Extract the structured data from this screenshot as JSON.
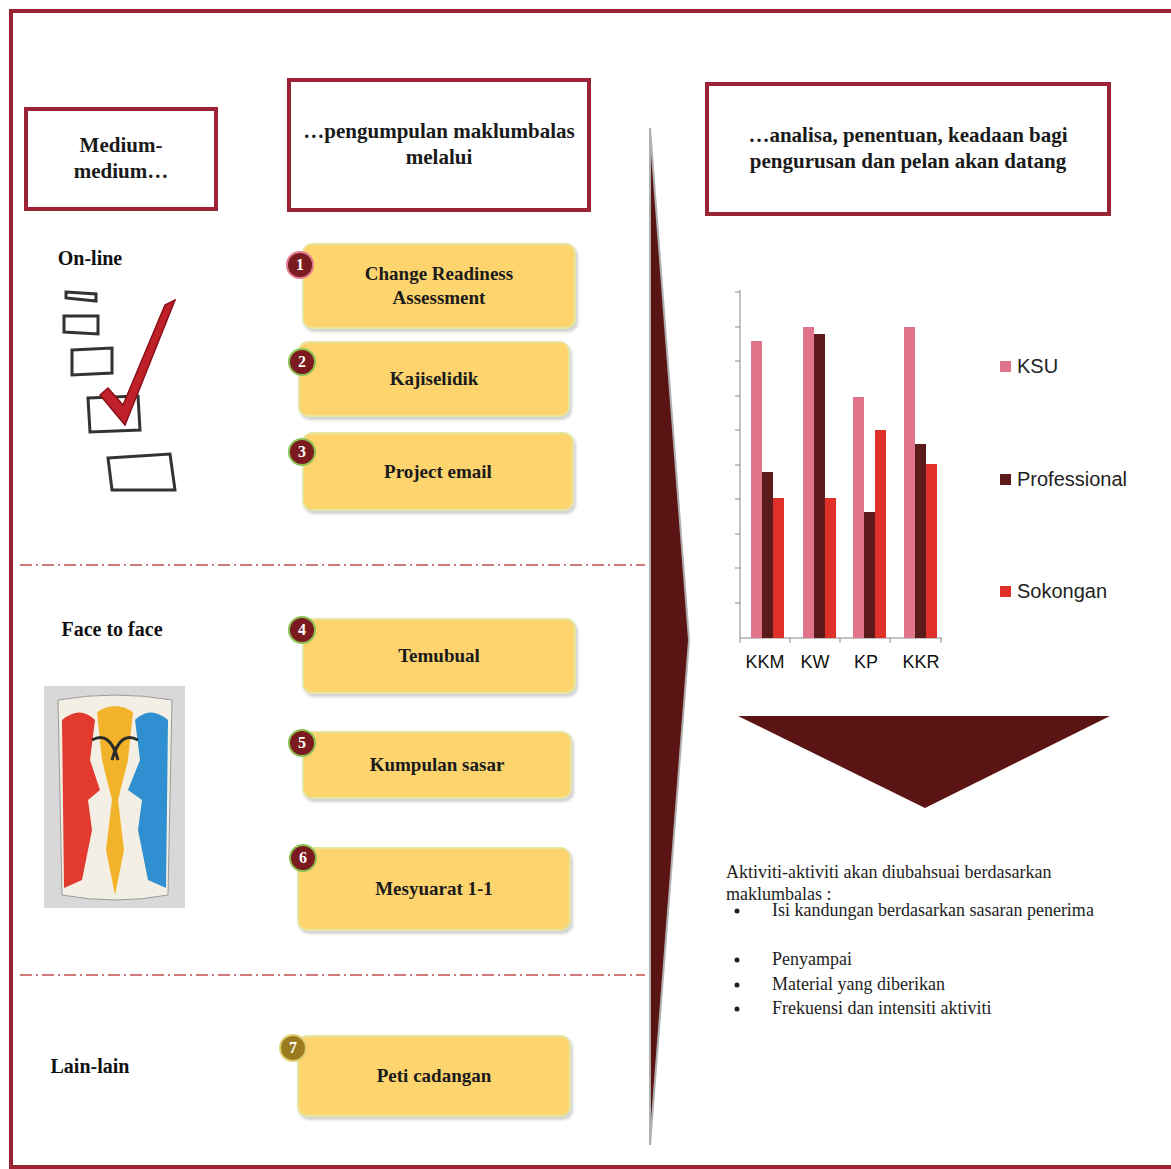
{
  "diagram": {
    "nodes": [
      {
        "text": [
          "Medium-medium…"
        ]
      },
      {
        "text": [
          "…pengumpulan maklumbalas melalui"
        ]
      },
      {
        "text": [
          "…analisa, penentuan, keadaan bagi pengurusan dan pelan akan datang"
        ]
      },
      {
        "text": [
          "Change Readiness Assessment"
        ]
      },
      {
        "text": [
          "Kajiselidik"
        ]
      },
      {
        "text": [
          "Project email"
        ]
      },
      {
        "text": [
          "Temubual"
        ]
      },
      {
        "text": [
          "Kumpulan sasar"
        ]
      },
      {
        "text": [
          "Mesyuarat 1-1"
        ]
      },
      {
        "text": [
          "Peti cadangan"
        ]
      }
    ],
    "labels": [
      "On-line",
      "Face to face",
      "Lain-lain",
      "1",
      "2",
      "3",
      "4",
      "5",
      "6",
      "7",
      "KKM",
      "KW",
      "KP",
      "KKR",
      "Aktiviti-aktiviti akan diubahsuai berdasarkan maklumbalas :",
      "Isi kandungan berdasarkan sasaran penerima",
      "Penyampai",
      "Material yang diberikan",
      "Frekuensi dan intensiti aktiviti"
    ],
    "legend": [
      {
        "text": "KSU",
        "color": "#e0748a"
      },
      {
        "text": "Professional",
        "color": "#5c1a1a"
      },
      {
        "text": "Sokongan",
        "color": "#e0302a"
      }
    ]
  }
}
